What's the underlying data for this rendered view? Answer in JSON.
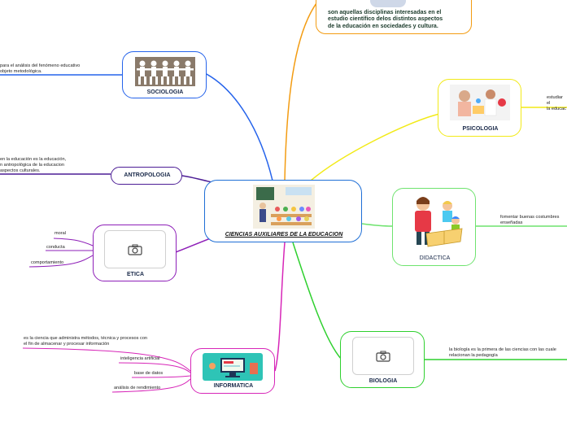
{
  "central": {
    "title": "CIENCIAS AUXILIARES DE LA EDUCACION"
  },
  "definition": {
    "text": "son aquellas disciplinas interesadas en el\nestudio científico delos distintos aspectos\nde la educación en sociedades y cultura."
  },
  "nodes": {
    "sociologia": {
      "label": "SOCIOLOGIA",
      "note": "para el análisis del fenómeno educativo\nobjeto metodológica.",
      "image": "people-chain-image"
    },
    "antropologia": {
      "label": "ANTROPOLOGIA",
      "note": "en la educación es la educación,\nn antropológica  de la educacion\naspectos culturales."
    },
    "etica": {
      "label": "ETICA",
      "image": "camera-placeholder",
      "subtopics": [
        "moral",
        "conducta",
        "comportamiento"
      ]
    },
    "informatica": {
      "label": "INFORMATICA",
      "image": "computer-image",
      "subtopics": [
        "es la ciencia que administra métodos, técnica y procesos con\nel fin de almacenar y procesar información",
        "inteligencia artificial",
        "base de datos",
        "análisis de rendimiento"
      ]
    },
    "psicologia": {
      "label": "PSICOLOGIA",
      "note": "estudiar el\nla educac",
      "image": "kids-learning-image"
    },
    "didactica": {
      "label": "DIDACTICA",
      "note": "fomentar buenas costumbres\nenseñadas",
      "image": "teacher-children-image"
    },
    "biologia": {
      "label": "BIOLOGIA",
      "note": "la biología es la primera de las ciencias con las cuale\nrelacionan la pedagogía",
      "image": "camera-placeholder"
    }
  },
  "colors": {
    "sociologia": "#2563eb",
    "antropologia": "#4c1d95",
    "etica": "#8e1fb8",
    "informatica": "#d726b8",
    "psicologia": "#f2ea17",
    "didactica": "#6fe36f",
    "biologia": "#2fd02f",
    "definition": "#f39c12",
    "central": "#1f6fd6"
  }
}
